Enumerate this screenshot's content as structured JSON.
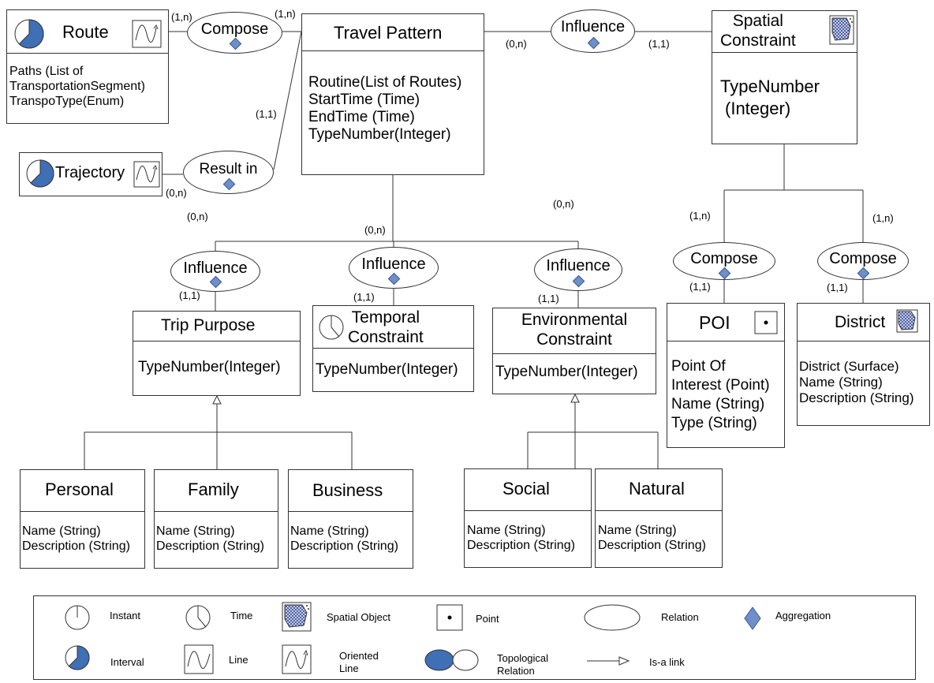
{
  "entities": {
    "route": {
      "title": "Route",
      "attributes": [
        "Paths (List of",
        "TransportationSegment)",
        "TranspoType(Enum)"
      ]
    },
    "travel_pattern": {
      "title": "Travel Pattern",
      "attributes": [
        "Routine(List of Routes)",
        "StartTime (Time)",
        "EndTime (Time)",
        "TypeNumber(Integer)"
      ]
    },
    "spatial_constraint": {
      "title_lines": [
        "Spatial",
        "Constraint"
      ],
      "attributes": [
        "TypeNumber",
        "(Integer)"
      ]
    },
    "trajectory": {
      "title": "Trajectory"
    },
    "trip_purpose": {
      "title": "Trip Purpose",
      "attributes": [
        "TypeNumber(Integer)"
      ]
    },
    "temporal_constraint": {
      "title_lines": [
        "Temporal",
        "Constraint"
      ],
      "attributes": [
        "TypeNumber(Integer)"
      ]
    },
    "environmental_constraint": {
      "title_lines": [
        "Environmental",
        "Constraint"
      ],
      "attributes": [
        "TypeNumber(Integer)"
      ]
    },
    "poi": {
      "title": "POI",
      "attributes": [
        "Point Of",
        "Interest (Point)",
        "Name (String)",
        "Type (String)"
      ]
    },
    "district": {
      "title": "District",
      "attributes": [
        "District (Surface)",
        "Name (String)",
        "Description (String)"
      ]
    },
    "personal": {
      "title": "Personal",
      "attributes": [
        "Name (String)",
        "Description (String)"
      ]
    },
    "family": {
      "title": "Family",
      "attributes": [
        "Name (String)",
        "Description (String)"
      ]
    },
    "business": {
      "title": "Business",
      "attributes": [
        "Name (String)",
        "Description (String)"
      ]
    },
    "social": {
      "title": "Social",
      "attributes": [
        "Name (String)",
        "Description (String)"
      ]
    },
    "natural": {
      "title": "Natural",
      "attributes": [
        "Name (String)",
        "Description (String)"
      ]
    }
  },
  "relations": {
    "compose_route": "Compose",
    "influence_spatial": "Influence",
    "result_in": "Result in",
    "influence_trip": "Influence",
    "influence_temporal": "Influence",
    "influence_env": "Influence",
    "compose_poi": "Compose",
    "compose_district": "Compose"
  },
  "cardinalities": {
    "route_compose": "(1,n)",
    "compose_tp": "(1,n)",
    "tp_resultin": "(1,1)",
    "traj_resultin": "(0,n)",
    "tp_influence_spatial": "(0,n)",
    "spatial_influence_tp": "(1,1)",
    "free_left": "(0,n)",
    "tp_bottom": "(0,n)",
    "free_mid": "(0,n)",
    "trip_purpose": "(1,1)",
    "temporal": "(1,1)",
    "environmental": "(1,1)",
    "spatial_poi": "(1,n)",
    "spatial_district": "(1,n)",
    "poi": "(1,1)",
    "district": "(1,1)"
  },
  "legend": {
    "instant": "Instant",
    "time": "Time",
    "spatial_object": "Spatial Object",
    "point": "Point",
    "relation": "Relation",
    "aggregation": "Aggregation",
    "interval": "Interval",
    "line": "Line",
    "oriented_line": [
      "Oriented",
      "Line"
    ],
    "topological_relation": [
      "Topological",
      "Relation"
    ],
    "isa_link": "Is-a link"
  },
  "icons": [
    "interval-icon",
    "oriented-line-icon",
    "spatial-object-icon",
    "time-icon",
    "point-icon",
    "instant-icon",
    "line-icon",
    "aggregation-icon",
    "topological-relation-icon",
    "isa-link-icon"
  ],
  "colors": {
    "interval_fill": "#3f6fb5",
    "aggregation_fill": "#6e8fc7",
    "spatial_pattern": "#3a4fa0"
  }
}
